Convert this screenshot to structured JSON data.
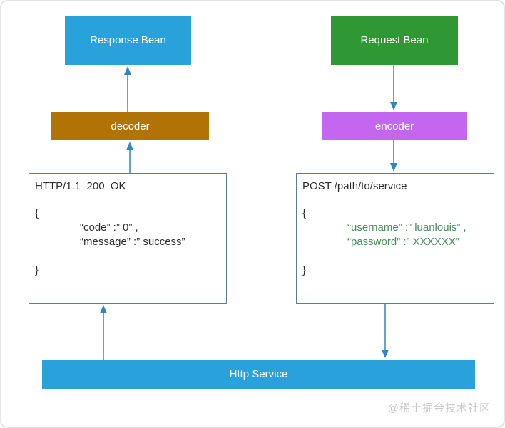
{
  "nodes": {
    "response_bean": "Response Bean",
    "request_bean": "Request Bean",
    "decoder": "decoder",
    "encoder": "encoder",
    "http_service": "Http Service"
  },
  "response_message": {
    "header": "HTTP/1.1  200  OK",
    "open_brace": "{",
    "body_line_1": "“code” :” 0” ,",
    "body_line_2": "“message” :” success”",
    "close_brace": "}"
  },
  "request_message": {
    "header": "POST /path/to/service",
    "open_brace": "{",
    "body_line_1": "“username” :” luanlouis” ,",
    "body_line_2": "“password” :” XXXXXX”",
    "close_brace": "}"
  },
  "watermark": "@稀土掘金技术社区",
  "colors": {
    "bean_response": "#29A2DB",
    "bean_request": "#2F9733",
    "decoder": "#B17305",
    "encoder": "#C566F1",
    "http_service": "#29A2DB",
    "arrow": "#2E86C4",
    "message_border": "#5F7A94",
    "request_body_text": "#4A8C5C",
    "watermark_text": "#C9C9C9"
  }
}
